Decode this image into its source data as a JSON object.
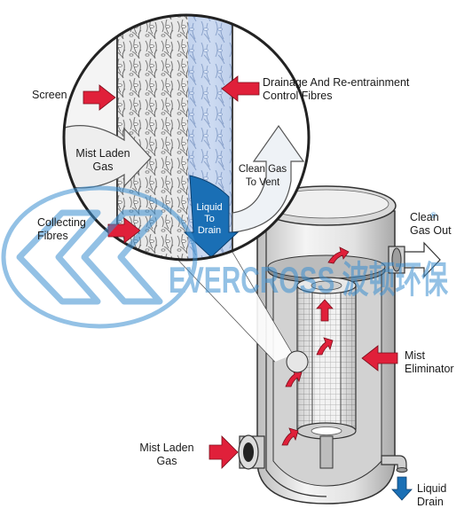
{
  "diagram": {
    "labels": {
      "screen": "Screen",
      "drainage": "Drainage And Re-entrainment\nControl Fibres",
      "mist_laden_gas_top": "Mist Laden\nGas",
      "clean_gas_to_vent": "Clean Gas\nTo Vent",
      "collecting_fibres": "Collecting\nFibres",
      "liquid_to_drain": "Liquid\nTo\nDrain",
      "clean_gas_out": "Clean\nGas Out",
      "mist_eliminator": "Mist\nEliminator",
      "mist_laden_gas_inlet": "Mist Laden\nGas",
      "liquid_drain": "Liquid\nDrain"
    },
    "watermark": "EVERCROSS 波顿环保",
    "colors": {
      "arrow_red": "#e0203a",
      "liquid_blue": "#1a6fb5",
      "watermark_blue": "#3c8fd0",
      "clean_gas_fill": "#eef2f6",
      "vessel_gray": "#e6e6e6"
    }
  }
}
